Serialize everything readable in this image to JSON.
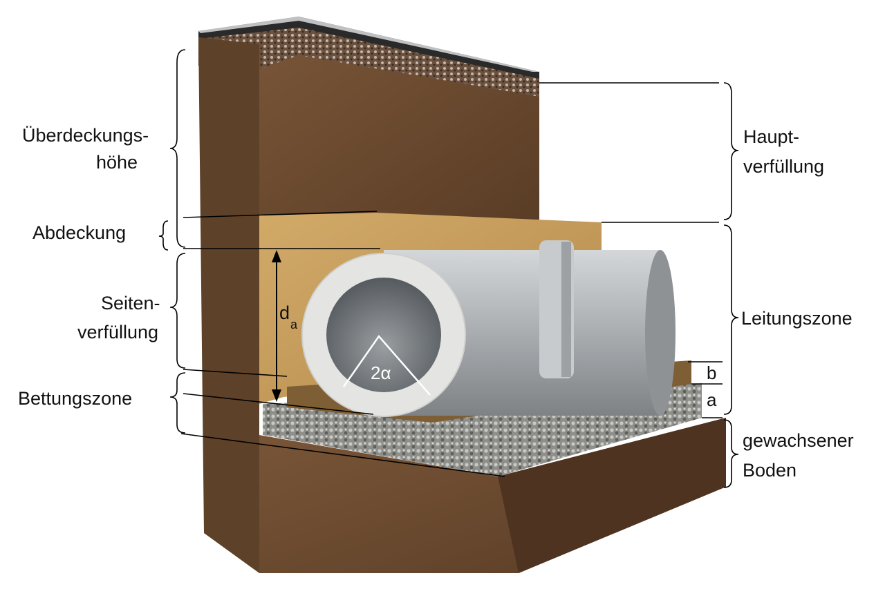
{
  "labels": {
    "ueberdeckung_1": "Überdeckungs-",
    "ueberdeckung_2": "höhe",
    "abdeckung": "Abdeckung",
    "seiten_1": "Seiten-",
    "seiten_2": "verfüllung",
    "bettung": "Bettungszone",
    "haupt_1": "Haupt-",
    "haupt_2": "verfüllung",
    "leitung": "Leitungszone",
    "boden_1": "gewachsener",
    "boden_2": "Boden",
    "da_main": "d",
    "da_sub": "a",
    "angle": "2α",
    "b": "b",
    "a": "a"
  },
  "colors": {
    "soil": "#6b4a30",
    "soil_dark": "#4e3420",
    "sand": "#c49a5a",
    "bedding": "#7a5a32",
    "gravel": "#9a9a96",
    "pipe": "#b8bcbf",
    "asphalt": "#2a2a2a"
  }
}
